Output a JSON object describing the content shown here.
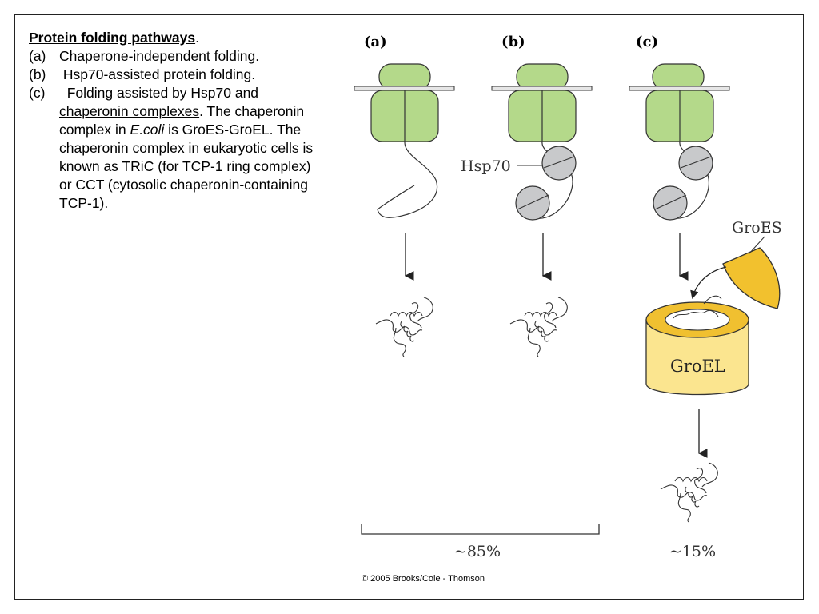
{
  "colors": {
    "ribosome_green": "#b4d98a",
    "hsp70_gray": "#c8c9cb",
    "groes_yellow": "#f2c12e",
    "groel_body": "#fbe58f",
    "groel_rim": "#f0c030",
    "stroke": "#333333"
  },
  "text_panel": {
    "title": "Protein folding pathways",
    "title_suffix": ".",
    "items": [
      {
        "marker": "(a)",
        "text": "Chaperone-independent folding."
      },
      {
        "marker": "(b)",
        "text": " Hsp70-assisted protein folding."
      },
      {
        "marker": "(c)",
        "text_a": "  Folding assisted by Hsp70 and ",
        "link": "chaperonin complexes",
        "text_b": ". The chaperonin complex in ",
        "italic": "E.coli",
        "text_c": " is GroES-GroEL. The chaperonin complex in eukaryotic cells is known as TRiC (for TCP-1 ring complex)  or CCT (cytosolic chaperonin-containing TCP-1)."
      }
    ]
  },
  "figure": {
    "panel_labels": [
      "(a)",
      "(b)",
      "(c)"
    ],
    "hsp70_label": "Hsp70",
    "groes_label": "GroES",
    "groel_label": "GroEL",
    "yield_chaperone_independent": "~85%",
    "yield_chaperonin": "~15%",
    "copyright": "© 2005 Brooks/Cole - Thomson"
  }
}
